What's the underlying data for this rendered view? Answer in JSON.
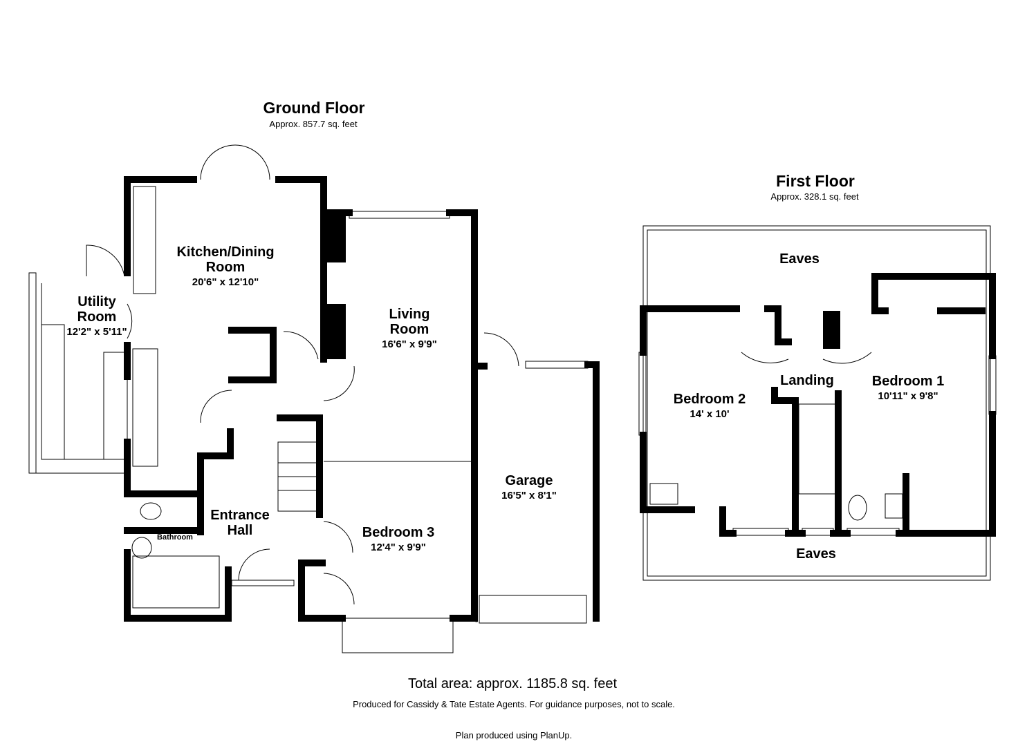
{
  "ground_floor": {
    "title": "Ground Floor",
    "area": "Approx. 857.7 sq. feet",
    "rooms": [
      {
        "name": "Kitchen/Dining",
        "name2": "Room",
        "size": "20'6\" x 12'10\""
      },
      {
        "name": "Utility",
        "name2": "Room",
        "size": "12'2\" x 5'11\""
      },
      {
        "name": "Living",
        "name2": "Room",
        "size": "16'6\" x 9'9\""
      },
      {
        "name": "Garage",
        "size": "16'5\" x 8'1\""
      },
      {
        "name": "Entrance",
        "name2": "Hall"
      },
      {
        "name": "Bedroom 3",
        "size": "12'4\" x 9'9\""
      },
      {
        "name": "Bathroom"
      }
    ]
  },
  "first_floor": {
    "title": "First Floor",
    "area": "Approx. 328.1 sq. feet",
    "rooms": [
      {
        "name": "Eaves"
      },
      {
        "name": "Bedroom 2",
        "size": "14' x 10'"
      },
      {
        "name": "Landing"
      },
      {
        "name": "Bedroom 1",
        "size": "10'11\" x 9'8\""
      },
      {
        "name": "Eaves"
      }
    ]
  },
  "footer": {
    "total": "Total area: approx. 1185.8 sq. feet",
    "produced_for": "Produced for Cassidy & Tate Estate Agents. For guidance purposes, not to scale.",
    "software": "Plan produced using PlanUp."
  }
}
